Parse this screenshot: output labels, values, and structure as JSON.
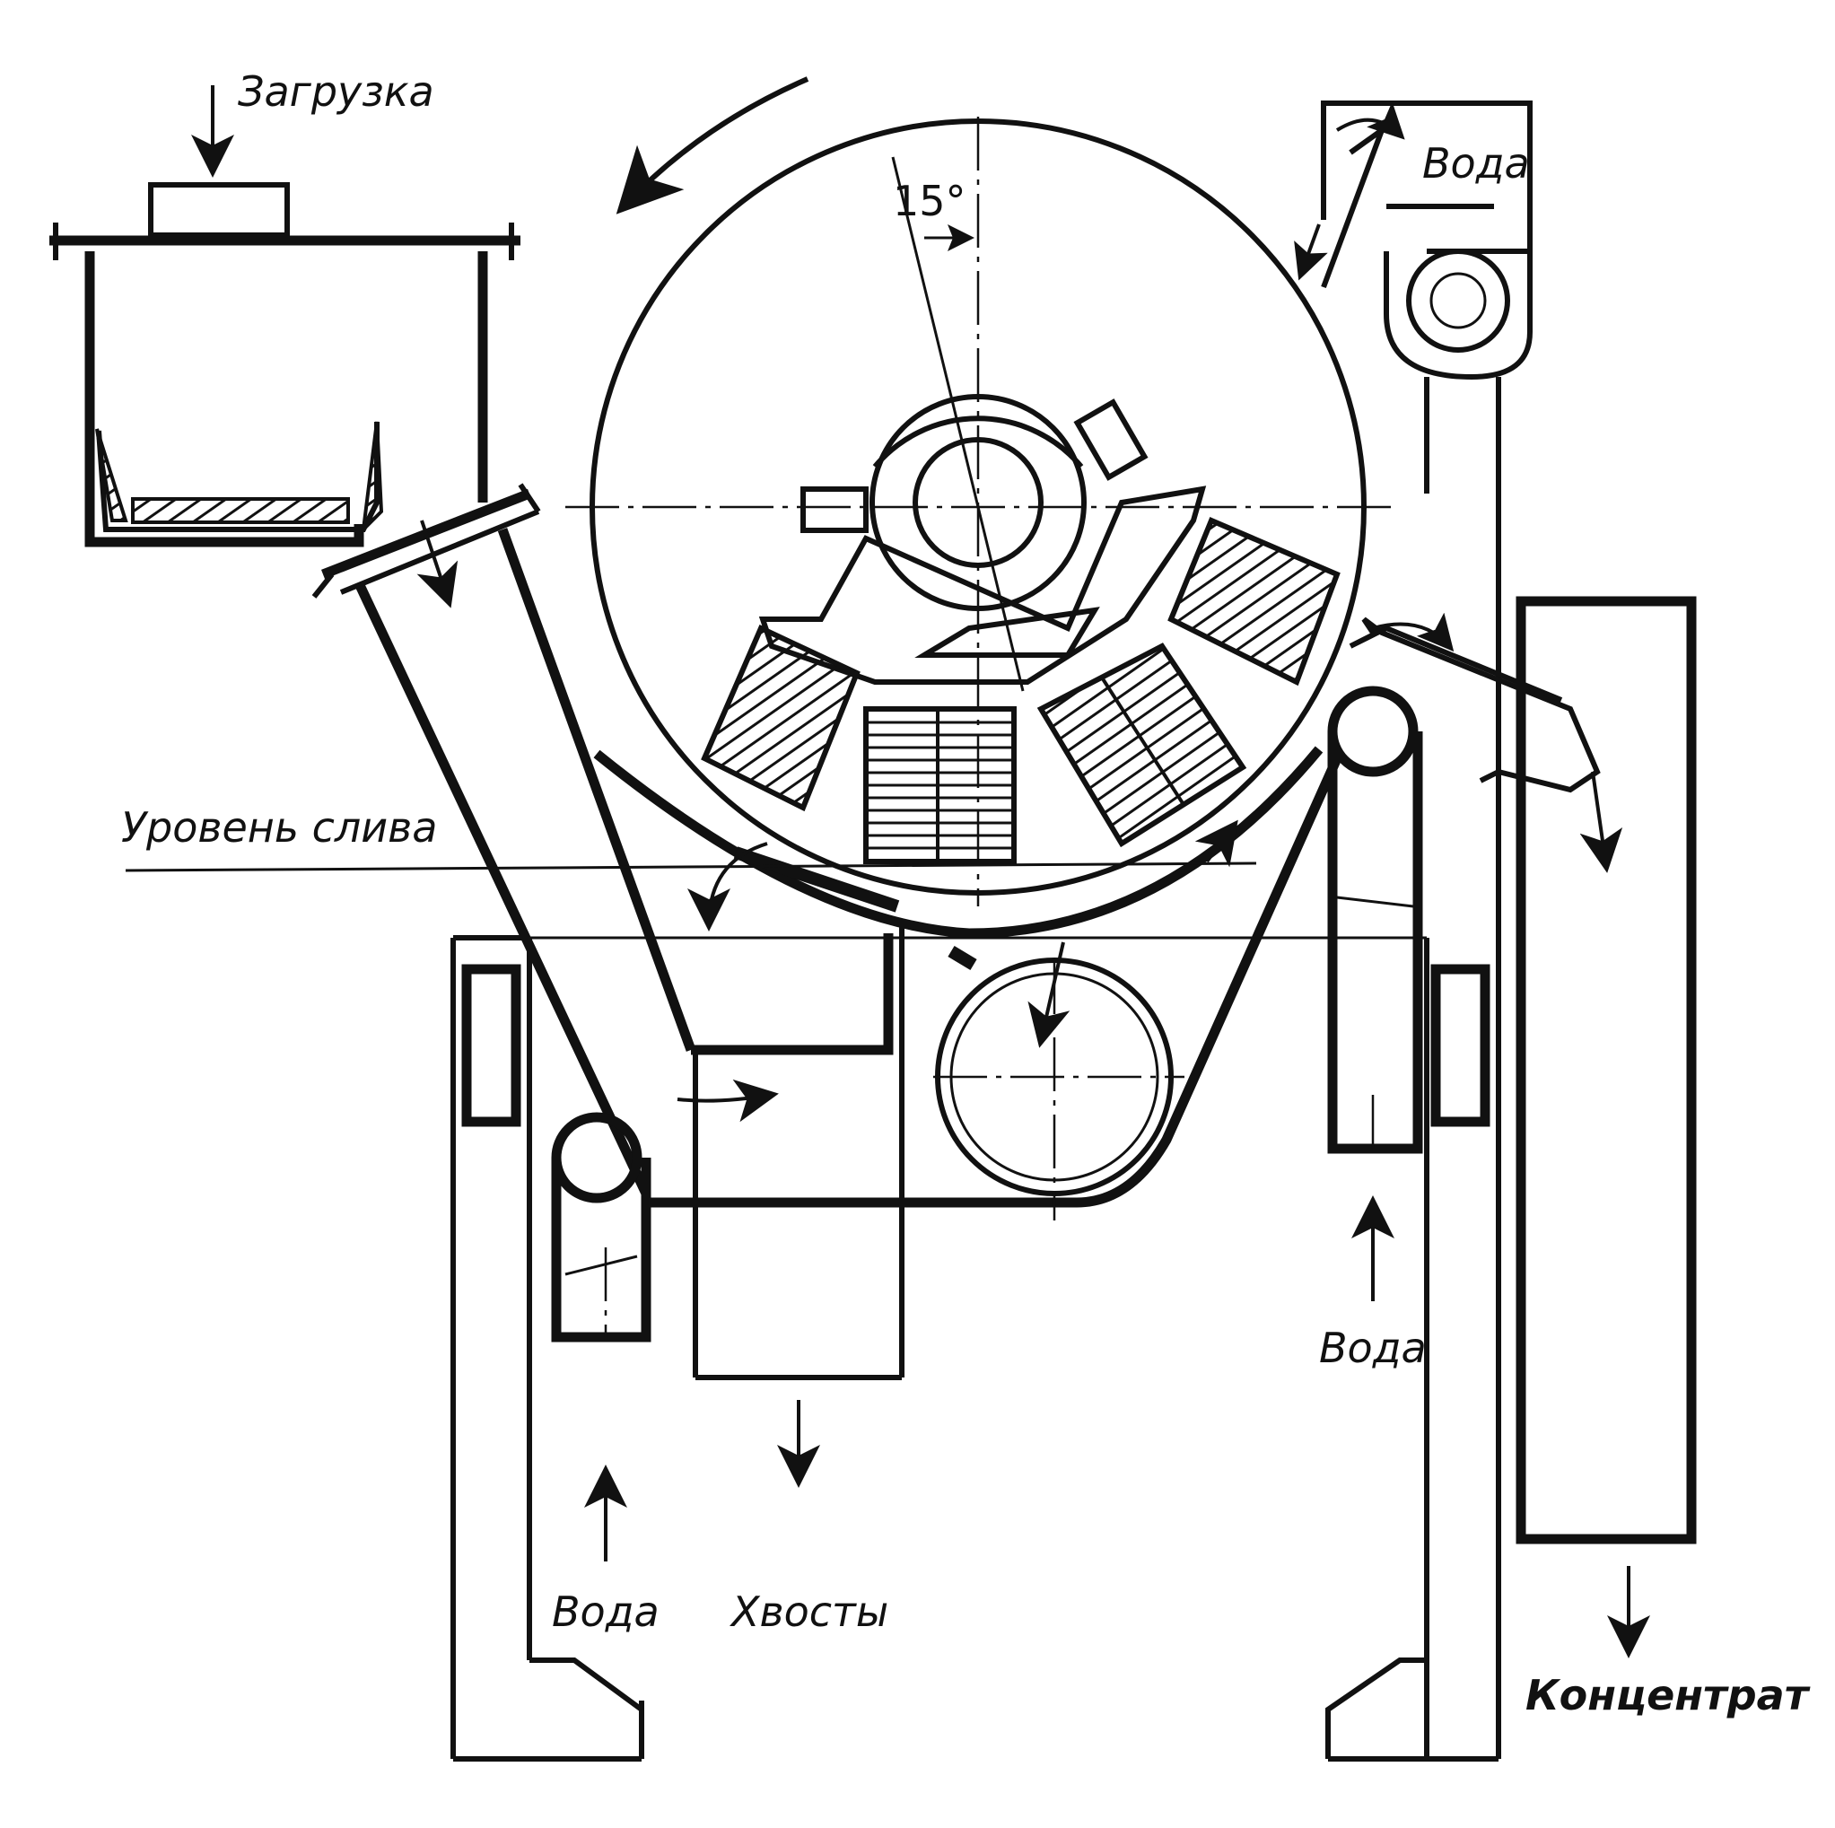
{
  "labels": {
    "loading": "Загрузка",
    "water_top": "Вода",
    "angle": "15°",
    "overflow_level": "Уровень слива",
    "water_bottom_left": "Вода",
    "tails": "Хвосты",
    "water_bottom_right": "Вода",
    "concentrate": "Концентрат"
  },
  "colors": {
    "ink": "#111111",
    "paper": "#ffffff"
  }
}
